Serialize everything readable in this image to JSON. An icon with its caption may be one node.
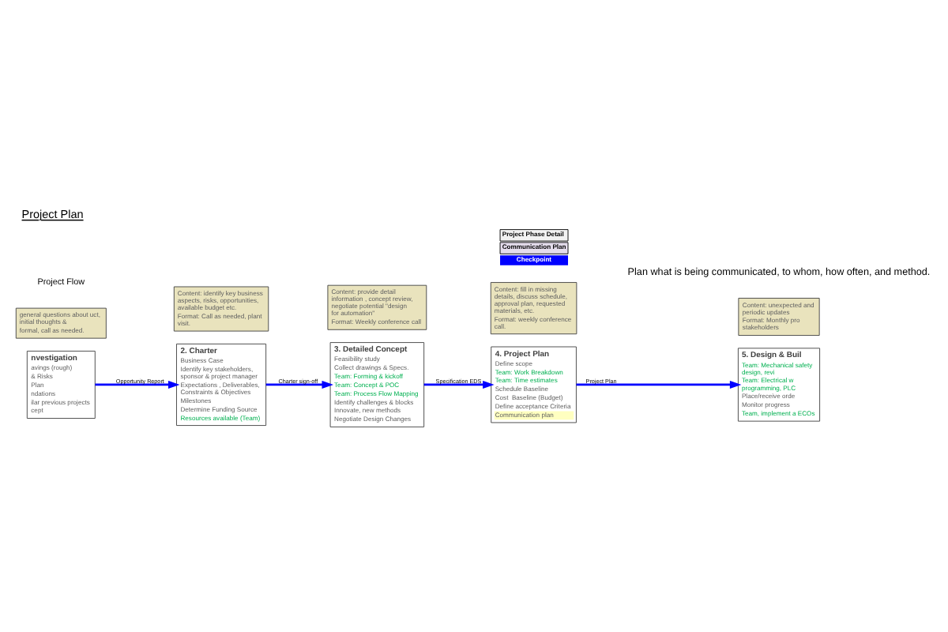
{
  "diagram": {
    "title": "Project Plan",
    "caption": "Plan what is being communicated, to whom, how often, and method.",
    "nodes": [
      {
        "text": [
          "nvestigation",
          "avings (rough)",
          "& Risks",
          "Plan",
          "ndations",
          "ilar previous projects",
          "cept"
        ]
      },
      {
        "text": [
          "general questions about uct, initial thoughts &",
          "formal, call as needed."
        ]
      },
      {
        "text": [
          "2. Charter",
          "Business Case",
          "Identify key stakeholders, sponsor & project manager",
          "Expectations , Deliverables, Constraints & Objectives",
          "Milestones",
          "Determine Funding Source",
          "Resources available (Team)"
        ]
      },
      {
        "text": [
          "Content: identify key business aspects, risks, opportunities, available budget etc.",
          "Format: Call as needed, plant visit."
        ]
      },
      {
        "text": [
          "3. Detailed Concept",
          "Feasibility study",
          "Collect drawings & Specs.",
          "Team: Forming & kickoff",
          "Team: Concept & POC",
          "Team: Process Flow Mapping",
          "Identify challenges & blocks",
          "Innovate, new methods",
          "Negotiate Design Changes"
        ]
      },
      {
        "text": [
          "Content: provide detail information , concept review, negotiate potential \"design for automation\"",
          "Format: Weekly conference call"
        ]
      },
      {
        "text": [
          "4. Project Plan",
          "Define scope",
          "Team: Work Breakdown",
          "Team: Time estimates",
          "Schedule Baseline",
          "Cost  Baseline (Budget)",
          "Define acceptance Criteria",
          "Communication plan"
        ]
      },
      {
        "text": [
          "Content: fill in missing details, discuss schedule, approval plan, requested materials, etc.",
          "Format: weekly conference call."
        ]
      },
      {
        "text": [
          "5. Design & Buil",
          "Team: Mechanical safety design, revi",
          "Team: Electrical w programming, PLC",
          "Place/receive orde",
          "Monitor progress",
          "Team, implement a ECOs"
        ]
      },
      {
        "text": [
          "Content: unexpected and periodic updates",
          "Format: Monthly pro stakeholders"
        ]
      }
    ],
    "edges": [
      {
        "from": 0,
        "to": 2,
        "arrow": "to",
        "label": "Opportunity Report"
      },
      {
        "from": 2,
        "to": 4,
        "arrow": "to",
        "label": "Charter sign-off"
      },
      {
        "from": 4,
        "to": 6,
        "arrow": "to",
        "label": "Specification EDS"
      },
      {
        "from": 6,
        "to": 8,
        "arrow": "to",
        "label": "Project Plan"
      }
    ],
    "labels": [
      "Project Flow"
    ],
    "legend": [
      {
        "text": "Project Phase Detail",
        "color": "#f2f2f2"
      },
      {
        "text": "Communication Plan",
        "color": "#e4dcec"
      },
      {
        "text": "Checkpoint"
      }
    ]
  }
}
